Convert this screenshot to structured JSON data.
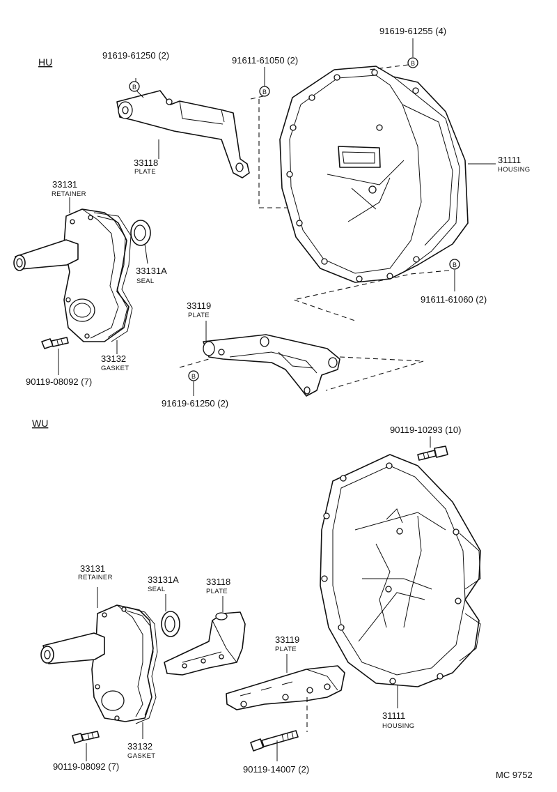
{
  "sections": {
    "hu": "HU",
    "wu": "WU"
  },
  "badge": "B",
  "hu": {
    "bolt_plate1": "91619-61250 (2)",
    "bolt_housing_a": "91611-61050 (2)",
    "bolt_housing_top": "91619-61255 (4)",
    "bolt_housing_b": "91611-61060 (2)",
    "bolt_plate2": "91619-61250 (2)",
    "bolt_retainer": "90119-08092 (7)",
    "plate1": {
      "num": "33118",
      "name": "PLATE"
    },
    "housing": {
      "num": "31111",
      "name": "HOUSING"
    },
    "retainer": {
      "num": "33131",
      "name": "RETAINER"
    },
    "seal": {
      "num": "33131A",
      "name": "SEAL"
    },
    "plate2": {
      "num": "33119",
      "name": "PLATE"
    },
    "gasket": {
      "num": "33132",
      "name": "GASKET"
    }
  },
  "wu": {
    "bolt_housing": "90119-10293 (10)",
    "bolt_retainer": "90119-08092 (7)",
    "bolt_plate": "90119-14007 (2)",
    "retainer": {
      "num": "33131",
      "name": "RETAINER"
    },
    "seal": {
      "num": "33131A",
      "name": "SEAL"
    },
    "plate1": {
      "num": "33118",
      "name": "PLATE"
    },
    "plate2": {
      "num": "33119",
      "name": "PLATE"
    },
    "housing": {
      "num": "31111",
      "name": "HOUSING"
    },
    "gasket": {
      "num": "33132",
      "name": "GASKET"
    }
  },
  "figure_code": "MC 9752"
}
